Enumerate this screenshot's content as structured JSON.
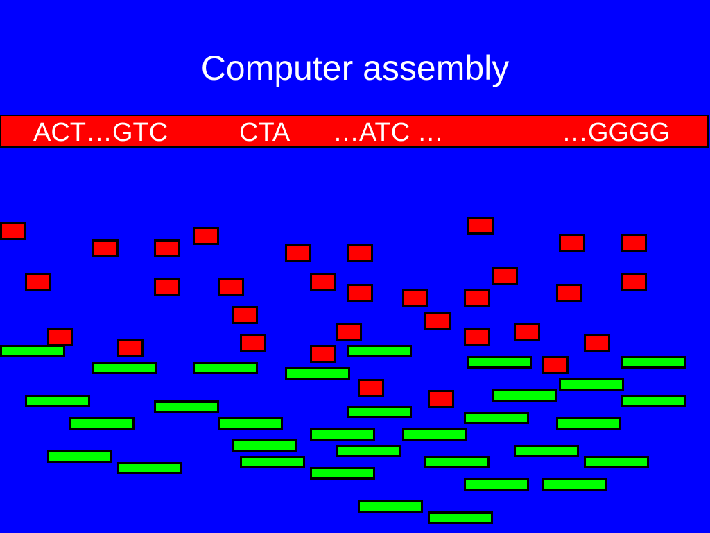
{
  "slide": {
    "title": "Computer assembly",
    "background_color": "#0000ff"
  },
  "sequence_bar": {
    "color": "#ff0000",
    "parts": [
      "ACT…GTC",
      "CTA",
      "…ATC …",
      "…GGGG"
    ]
  },
  "fragments": {
    "red_color": "#ff0000",
    "green_color": "#00ff00",
    "outline_color": "#000000"
  }
}
